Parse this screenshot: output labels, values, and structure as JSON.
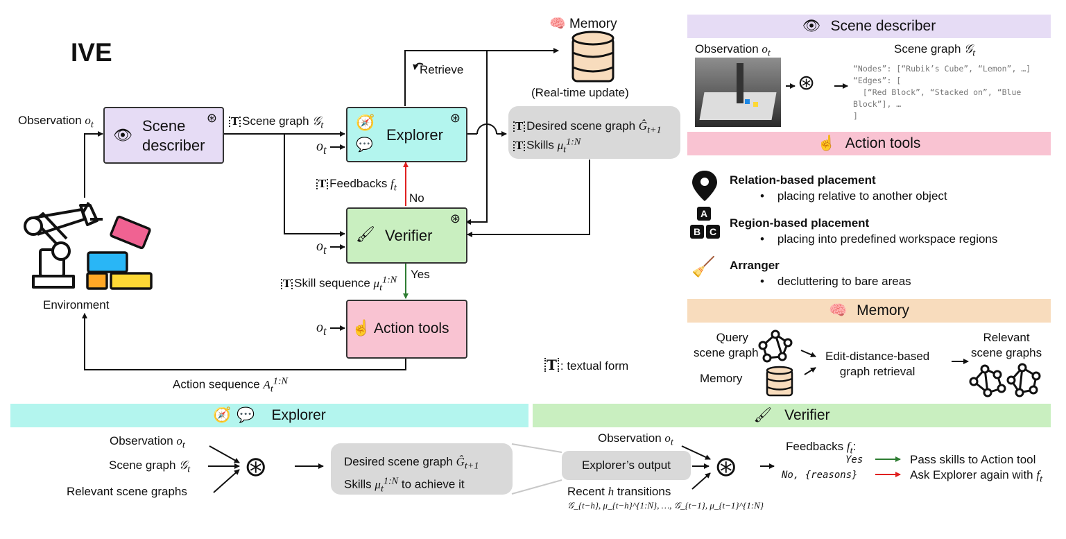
{
  "title": "IVE",
  "main": {
    "observation_label": "Observation",
    "observation_sym": "o_t",
    "environment_label": "Environment",
    "scene_describer_line1": "Scene",
    "scene_describer_line2": "describer",
    "scene_graph_label": "Scene graph",
    "scene_graph_sym": "𝒢_t",
    "explorer_label": "Explorer",
    "verifier_label": "Verifier",
    "action_tools_label": "Action tools",
    "o_t": "o_t",
    "retrieve_label": "Retrieve",
    "memory_label": "Memory",
    "realtime_label": "(Real-time update)",
    "desired_graph_label": "Desired scene graph",
    "desired_graph_sym": "Ĝ_{t+1}",
    "skills_label": "Skills",
    "skills_sym": "μ_t^{1:N}",
    "feedbacks_label": "Feedbacks",
    "feedbacks_sym": "f_t",
    "no_label": "No",
    "yes_label": "Yes",
    "skill_sequence_label": "Skill sequence",
    "action_sequence_label": "Action sequence",
    "action_sequence_sym": "A_t^{1:N}",
    "textual_form_label": ": textual form",
    "t_icon": "T"
  },
  "scene_panel": {
    "header": "Scene describer",
    "observation_label": "Observation",
    "scene_graph_label": "Scene graph",
    "json_lines": [
      "“Nodes”: [“Rubik’s Cube”, “Lemon”, …]",
      "“Edges”: [",
      "  [“Red Block”, “Stacked on”, “Blue",
      "Block”], …",
      "]"
    ]
  },
  "action_panel": {
    "header": "Action tools",
    "items": [
      {
        "title": "Relation-based placement",
        "desc": "placing relative to another object"
      },
      {
        "title": "Region-based placement",
        "desc": "placing into predefined workspace regions"
      },
      {
        "title": "Arranger",
        "desc": "decluttering to bare areas"
      }
    ],
    "abc": [
      "A",
      "B",
      "C"
    ]
  },
  "memory_panel": {
    "header": "Memory",
    "query_line1": "Query",
    "query_line2": "scene graph",
    "memory_label": "Memory",
    "retrieval_line1": "Edit-distance-based",
    "retrieval_line2": "graph retrieval",
    "relevant_line1": "Relevant",
    "relevant_line2": "scene graphs"
  },
  "explorer_panel": {
    "header": "Explorer",
    "inputs": [
      "Observation",
      "Scene graph",
      "Relevant scene graphs"
    ],
    "output_line1": "Desired scene graph",
    "output_line2_a": "Skills",
    "output_line2_b": "to achieve it"
  },
  "verifier_panel": {
    "header": "Verifier",
    "observation_label": "Observation",
    "explorer_output": "Explorer’s output",
    "recent_label": "Recent",
    "recent_h": "h",
    "recent_suffix": "transitions",
    "recent_seq": "𝒢_{t−h}, μ_{t−h}^{1:N}, …, 𝒢_{t−1}, μ_{t−1}^{1:N}",
    "feedbacks_label": "Feedbacks",
    "yes": "Yes",
    "no": "No, {reasons}",
    "yes_action": "Pass skills to Action tool",
    "no_action": "Ask Explorer again with"
  },
  "colors": {
    "scene": "#e6dcf5",
    "explorer": "#b3f5ee",
    "verifier": "#c9efc0",
    "action": "#f9c3d2",
    "memory": "#f8dcbd",
    "grey": "#d9d9d9",
    "green_arrow": "#2e7d32",
    "red_arrow": "#e02020"
  }
}
